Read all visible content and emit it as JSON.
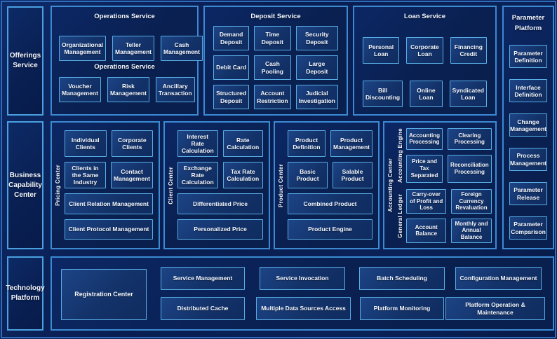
{
  "offerings": {
    "label": "Offerings Service"
  },
  "operations": {
    "title": "Operations Service",
    "subtitle": "Operations Service",
    "row1": [
      "Organizational Management",
      "Teller Management",
      "Cash Management"
    ],
    "row2": [
      "Voucher Management",
      "Risk Management",
      "Ancillary Transaction"
    ]
  },
  "deposit": {
    "title": "Deposit Service",
    "boxes": [
      "Demand Deposit",
      "Time Deposit",
      "Security Deposit",
      "Debit Card",
      "Cash Pooling",
      "Large Deposit",
      "Structured Deposit",
      "Account Restriction",
      "Judicial Investigation"
    ]
  },
  "loan": {
    "title": "Loan Service",
    "row1": [
      "Personal Loan",
      "Corporate Loan",
      "Financing Credit"
    ],
    "row2": [
      "Bill Discounting",
      "Online Loan",
      "Syndicated Loan"
    ]
  },
  "parameter_platform": {
    "title": "Parameter Platform",
    "boxes": [
      "Parameter Definition",
      "Interface Definition",
      "Change Management",
      "Process Management",
      "Parameter Release",
      "Parameter Comparison"
    ]
  },
  "business_capability": {
    "label": "Business Capability Center"
  },
  "pricing_center": {
    "vertical_label": "Pricing Center",
    "row1": [
      "Individual Clients",
      "Corporate Clients"
    ],
    "row2": [
      "Clients in the Same Industry",
      "Contact Management"
    ],
    "wide1": "Client Relation Management",
    "wide2": "Client Protocol Management"
  },
  "client_center": {
    "vertical_label": "Client Center",
    "row1": [
      "Interest Rate Calculation",
      "Rate Calculation"
    ],
    "row2": [
      "Exchange Rate Calculation",
      "Tax Rate Calculation"
    ],
    "wide1": "Differentiated Price",
    "wide2": "Personalized Price"
  },
  "product_center": {
    "vertical_label": "Product Center",
    "row1": [
      "Product Definition",
      "Product Management"
    ],
    "row2": [
      "Basic Product",
      "Salable Product"
    ],
    "wide1": "Combined Product",
    "wide2": "Product Engine"
  },
  "accounting_center": {
    "vertical_label": "Accounting Center",
    "engine_label": "Accounting Engine",
    "ledger_label": "General Ledger",
    "engine_boxes": [
      "Accounting Processing",
      "Clearing Processing",
      "Price and Tax Separated",
      "Reconciliation Processing"
    ],
    "ledger_boxes": [
      "Carry-over of Profit and Loss",
      "Foreign Currency Revaluation",
      "Account Balance",
      "Monthly and Annual Balance"
    ]
  },
  "technology_platform": {
    "label": "Technology Platform",
    "registration": "Registration Center",
    "row1": [
      "Service Management",
      "Service Invocation",
      "Batch Scheduling",
      "Configuration Management"
    ],
    "row2": [
      "Distributed Cache",
      "Multiple Data Sources Access",
      "Platform Monitoring",
      "Platform Operation & Maintenance"
    ]
  },
  "colors": {
    "background": "#081a4a",
    "panel_border": "#3b8ad2",
    "box_border": "#58aee6",
    "text": "#ffffff"
  }
}
